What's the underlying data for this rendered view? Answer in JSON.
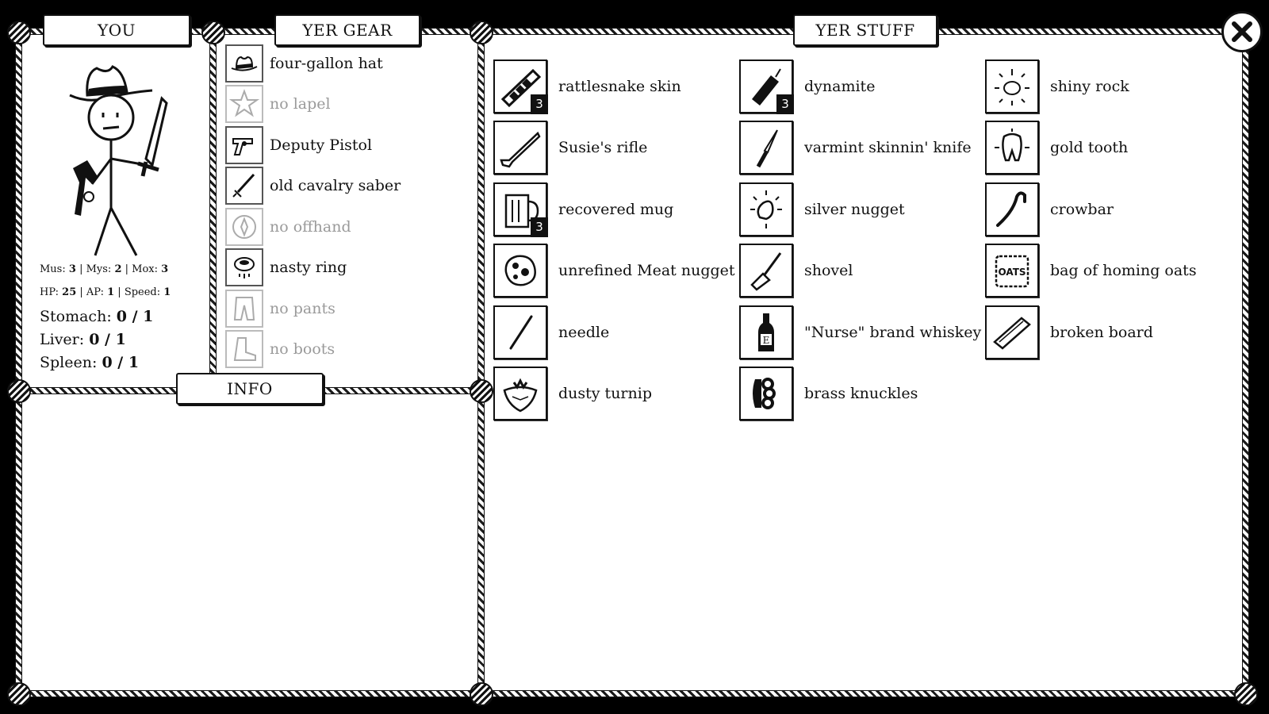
{
  "panels": {
    "you_title": "YOU",
    "gear_title": "YER GEAR",
    "stuff_title": "YER STUFF",
    "info_title": "INFO"
  },
  "character": {
    "stats_line1": {
      "mus_label": "Mus:",
      "mus": "3",
      "mys_label": "Mys:",
      "mys": "2",
      "mox_label": "Mox:",
      "mox": "3"
    },
    "stats_line2": {
      "hp_label": "HP:",
      "hp": "25",
      "ap_label": "AP:",
      "ap": "1",
      "speed_label": "Speed:",
      "speed": "1"
    },
    "stomach_label": "Stomach:",
    "stomach": "0 / 1",
    "liver_label": "Liver:",
    "liver": "0 / 1",
    "spleen_label": "Spleen:",
    "spleen": "0 / 1"
  },
  "gear": [
    {
      "label": "four-gallon hat",
      "icon": "hat-icon",
      "empty": false
    },
    {
      "label": "no lapel",
      "icon": "star-badge-icon",
      "empty": true
    },
    {
      "label": "Deputy Pistol",
      "icon": "pistol-icon",
      "empty": false
    },
    {
      "label": "old cavalry saber",
      "icon": "saber-icon",
      "empty": false
    },
    {
      "label": "no offhand",
      "icon": "offhand-icon",
      "empty": true
    },
    {
      "label": "nasty ring",
      "icon": "ring-icon",
      "empty": false
    },
    {
      "label": "no pants",
      "icon": "pants-icon",
      "empty": true
    },
    {
      "label": "no boots",
      "icon": "boot-icon",
      "empty": true
    }
  ],
  "stuff": [
    {
      "label": "rattlesnake skin",
      "icon": "snakeskin-icon",
      "count": "3"
    },
    {
      "label": "dynamite",
      "icon": "dynamite-icon",
      "count": "3"
    },
    {
      "label": "shiny rock",
      "icon": "shiny-rock-icon",
      "count": ""
    },
    {
      "label": "Susie's rifle",
      "icon": "rifle-icon",
      "count": ""
    },
    {
      "label": "varmint skinnin' knife",
      "icon": "knife-icon",
      "count": ""
    },
    {
      "label": "gold tooth",
      "icon": "tooth-icon",
      "count": ""
    },
    {
      "label": "recovered mug",
      "icon": "mug-icon",
      "count": "3"
    },
    {
      "label": "silver nugget",
      "icon": "nugget-icon",
      "count": ""
    },
    {
      "label": "crowbar",
      "icon": "crowbar-icon",
      "count": ""
    },
    {
      "label": "unrefined Meat nugget",
      "icon": "meat-icon",
      "count": ""
    },
    {
      "label": "shovel",
      "icon": "shovel-icon",
      "count": ""
    },
    {
      "label": "bag of homing oats",
      "icon": "oats-bag-icon",
      "count": "",
      "icon_text": "OATS"
    },
    {
      "label": "needle",
      "icon": "needle-icon",
      "count": ""
    },
    {
      "label": "\"Nurse\" brand whiskey",
      "icon": "whiskey-icon",
      "count": "",
      "icon_text": "E"
    },
    {
      "label": "broken board",
      "icon": "board-icon",
      "count": ""
    },
    {
      "label": "dusty turnip",
      "icon": "turnip-icon",
      "count": ""
    },
    {
      "label": "brass knuckles",
      "icon": "knuckles-icon",
      "count": ""
    }
  ]
}
